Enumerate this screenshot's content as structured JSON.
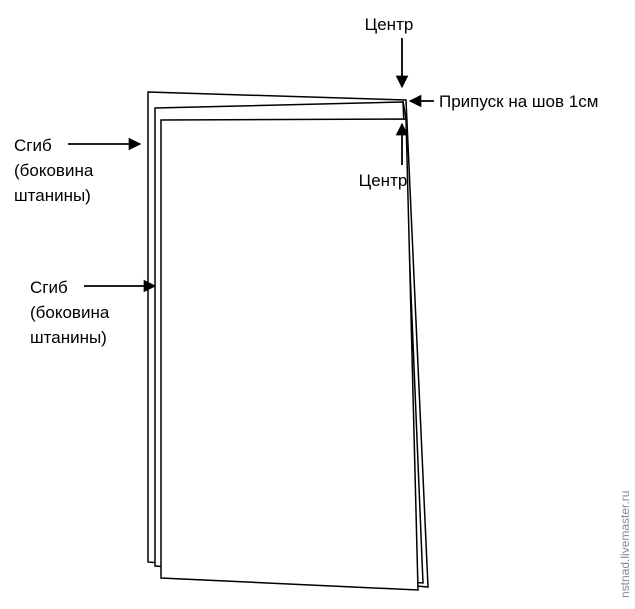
{
  "labels": {
    "center_top": "Центр",
    "seam_allowance": "Припуск на шов 1см",
    "center_bottom": "Центр",
    "fold_upper": {
      "line1": "Сгиб",
      "line2": "(боковина",
      "line3": "штанины)"
    },
    "fold_lower": {
      "line1": "Сгиб",
      "line2": "(боковина",
      "line3": "штанины)"
    }
  },
  "watermark": "nstnad.livemaster.ru",
  "colors": {
    "stroke": "#000000",
    "text": "#000000",
    "watermark": "#8a8a8a",
    "background": "#ffffff"
  }
}
